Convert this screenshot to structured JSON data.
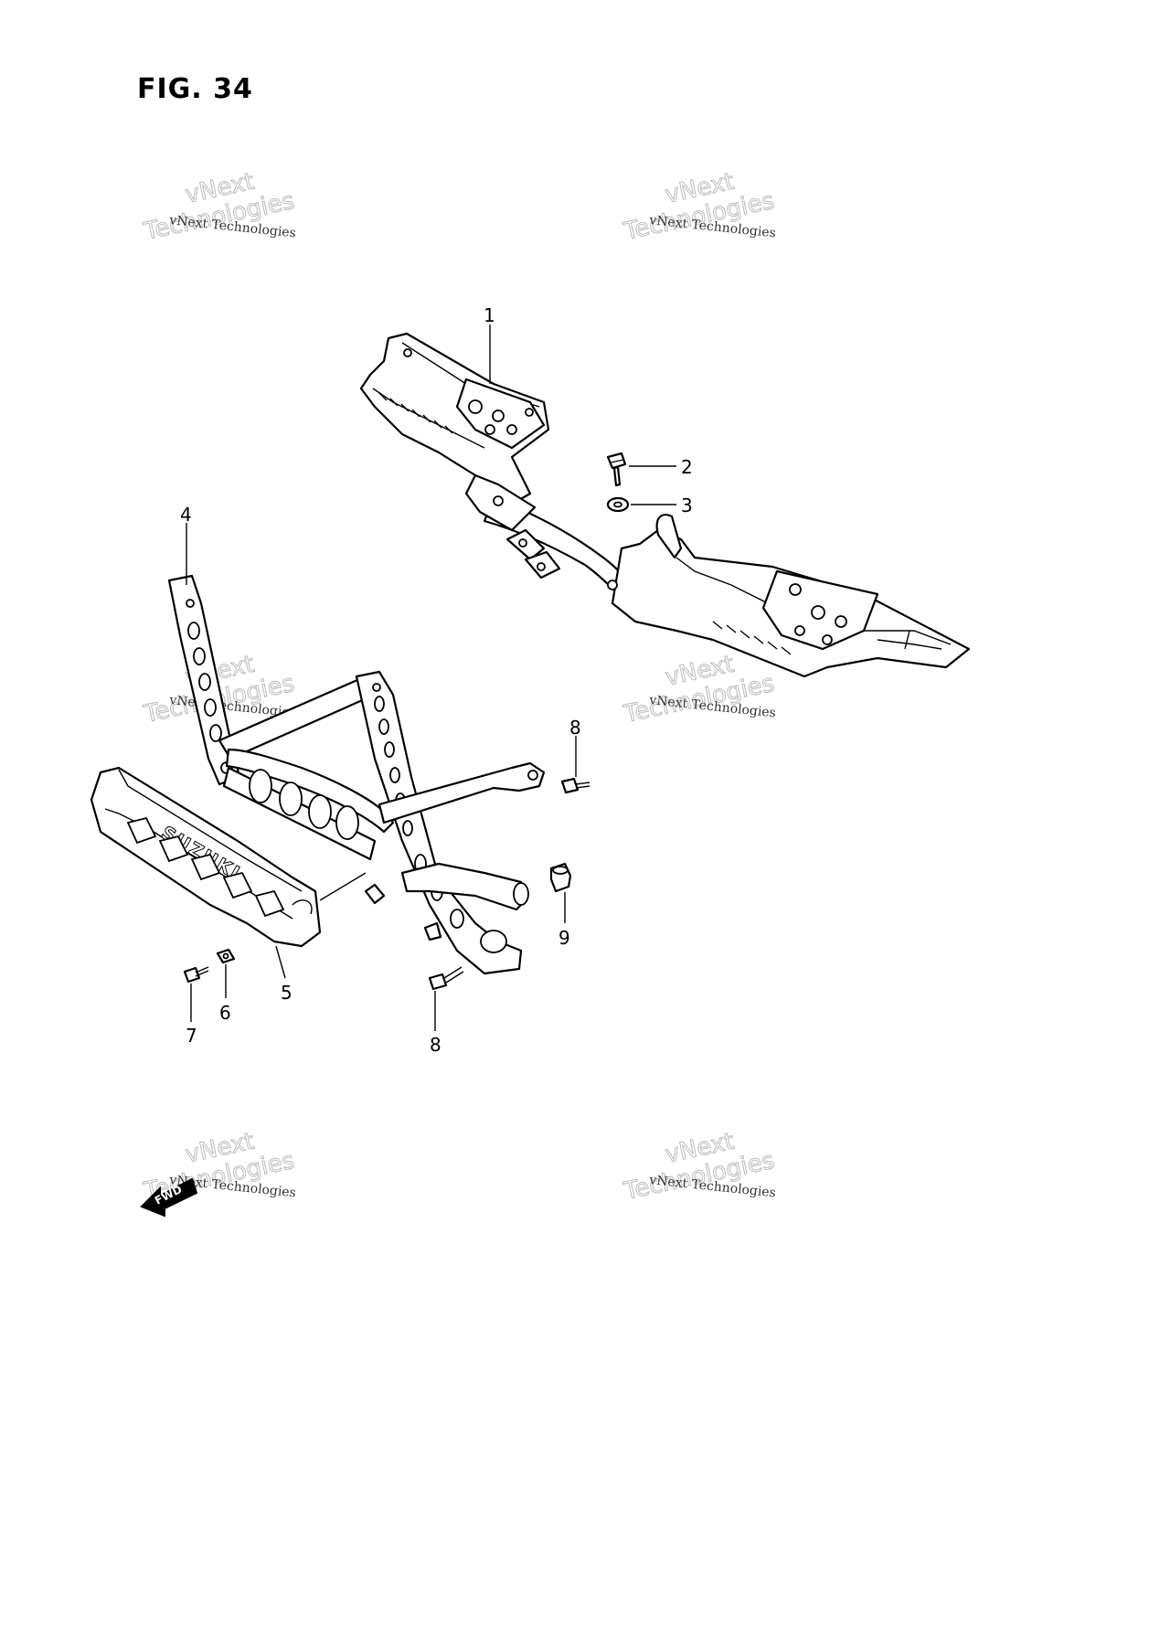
{
  "figure": {
    "title": "FIG. 34"
  },
  "callouts": [
    "1",
    "2",
    "3",
    "4",
    "5",
    "6",
    "7",
    "8",
    "8",
    "9"
  ],
  "watermark": {
    "line1": "vNext Technologies",
    "line2": "vNext",
    "line3": "Technologies"
  },
  "fwd_label": "FWD",
  "logo_text": "SUZUKI"
}
